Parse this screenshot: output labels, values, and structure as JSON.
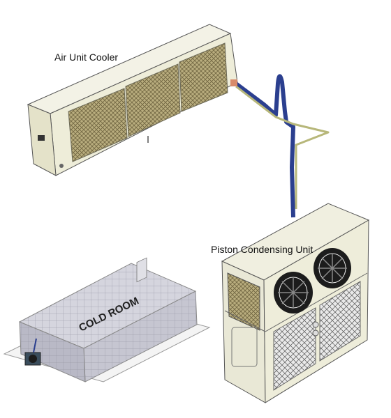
{
  "labels": {
    "air_unit_cooler": "Air Unit Cooler",
    "piston_condensing_unit": "Piston Condensing Unit",
    "cold_room": "COLD ROOM"
  },
  "colors": {
    "suction_pipe": "#2b3f8f",
    "liquid_pipe": "#b7b77a",
    "housing": "#efeedd",
    "coil": "#8a7f5a",
    "fan": "#1c1c1c",
    "room_glass": "#c9c9d3"
  },
  "icons": [
    "fan-icon",
    "coil-icon",
    "pipe-icon"
  ]
}
